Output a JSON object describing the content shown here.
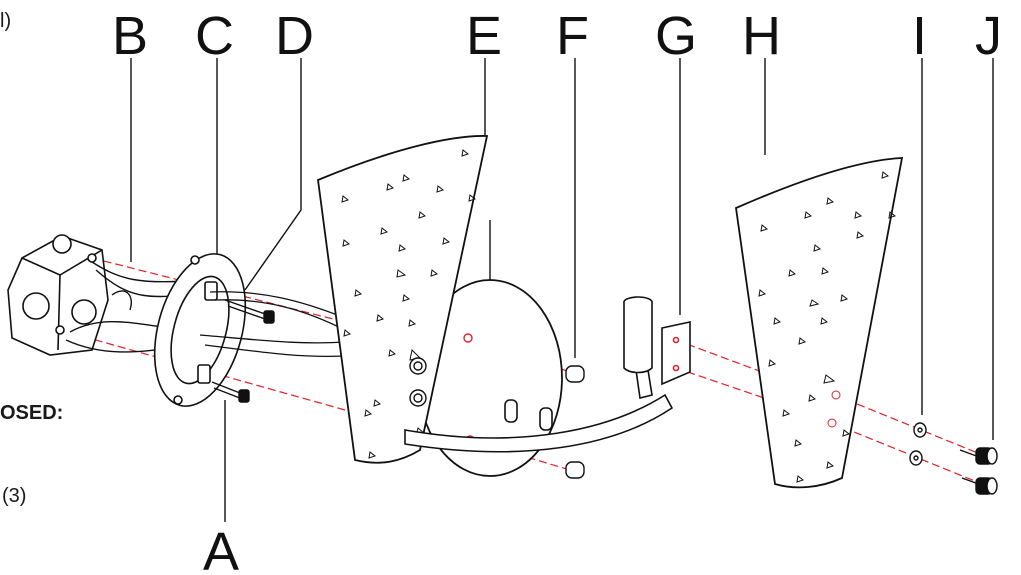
{
  "diagram": {
    "part_labels": [
      "A",
      "B",
      "C",
      "D",
      "E",
      "F",
      "G",
      "H",
      "I",
      "J"
    ],
    "cropped_text": {
      "top_left": "l)",
      "middle_left": "OSED:",
      "bottom_left": "(3)"
    },
    "colors": {
      "line": "#111111",
      "guide": "#e0202a",
      "fill": "#ffffff"
    }
  }
}
